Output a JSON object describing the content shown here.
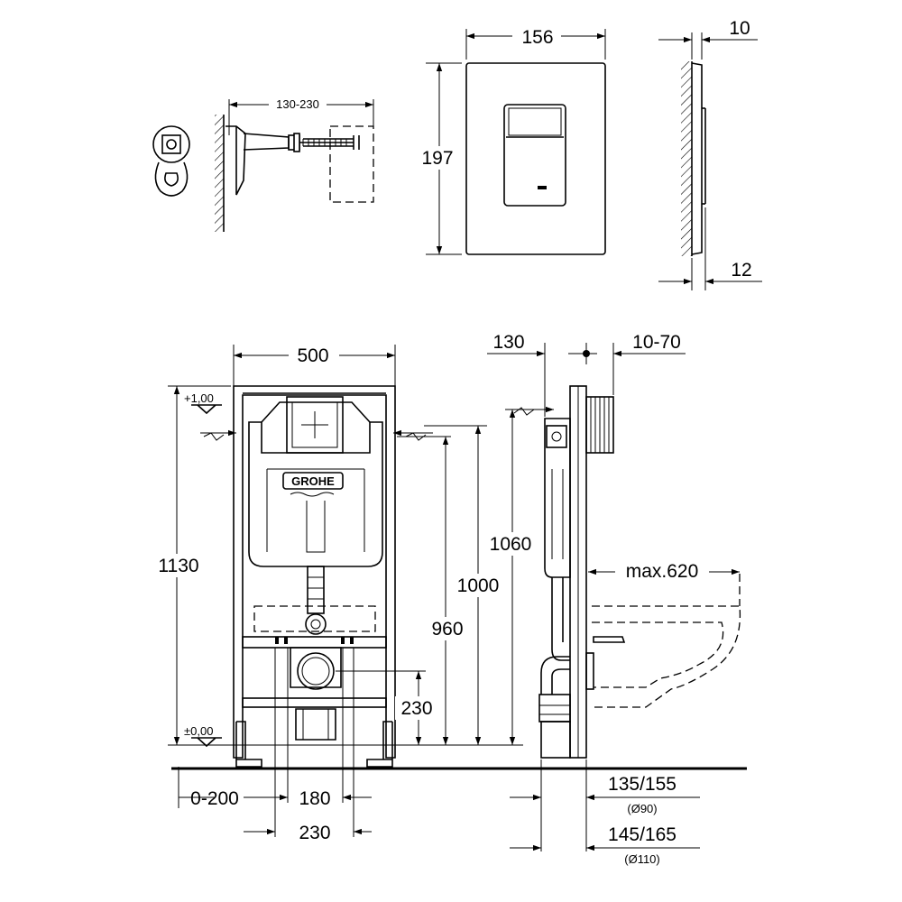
{
  "dimensions": {
    "bracket_range": "130-230",
    "plate_width": "156",
    "plate_height": "197",
    "plate_depth_top": "10",
    "plate_depth_bottom": "12",
    "frame_width": "500",
    "frame_height": "1130",
    "level_plus": "+1,00",
    "level_zero": "±0,00",
    "height_1060": "1060",
    "height_1000": "1000",
    "height_960": "960",
    "height_230": "230",
    "depth_130": "130",
    "depth_10_70": "10-70",
    "max_620": "max.620",
    "offset_0_200": "0-200",
    "spacing_180": "180",
    "spacing_230": "230",
    "pipe_135_155": "135/155",
    "pipe_d90": "(Ø90)",
    "pipe_145_165": "145/165",
    "pipe_d110": "(Ø110)"
  },
  "brand": {
    "logo_text": "GROHE"
  }
}
